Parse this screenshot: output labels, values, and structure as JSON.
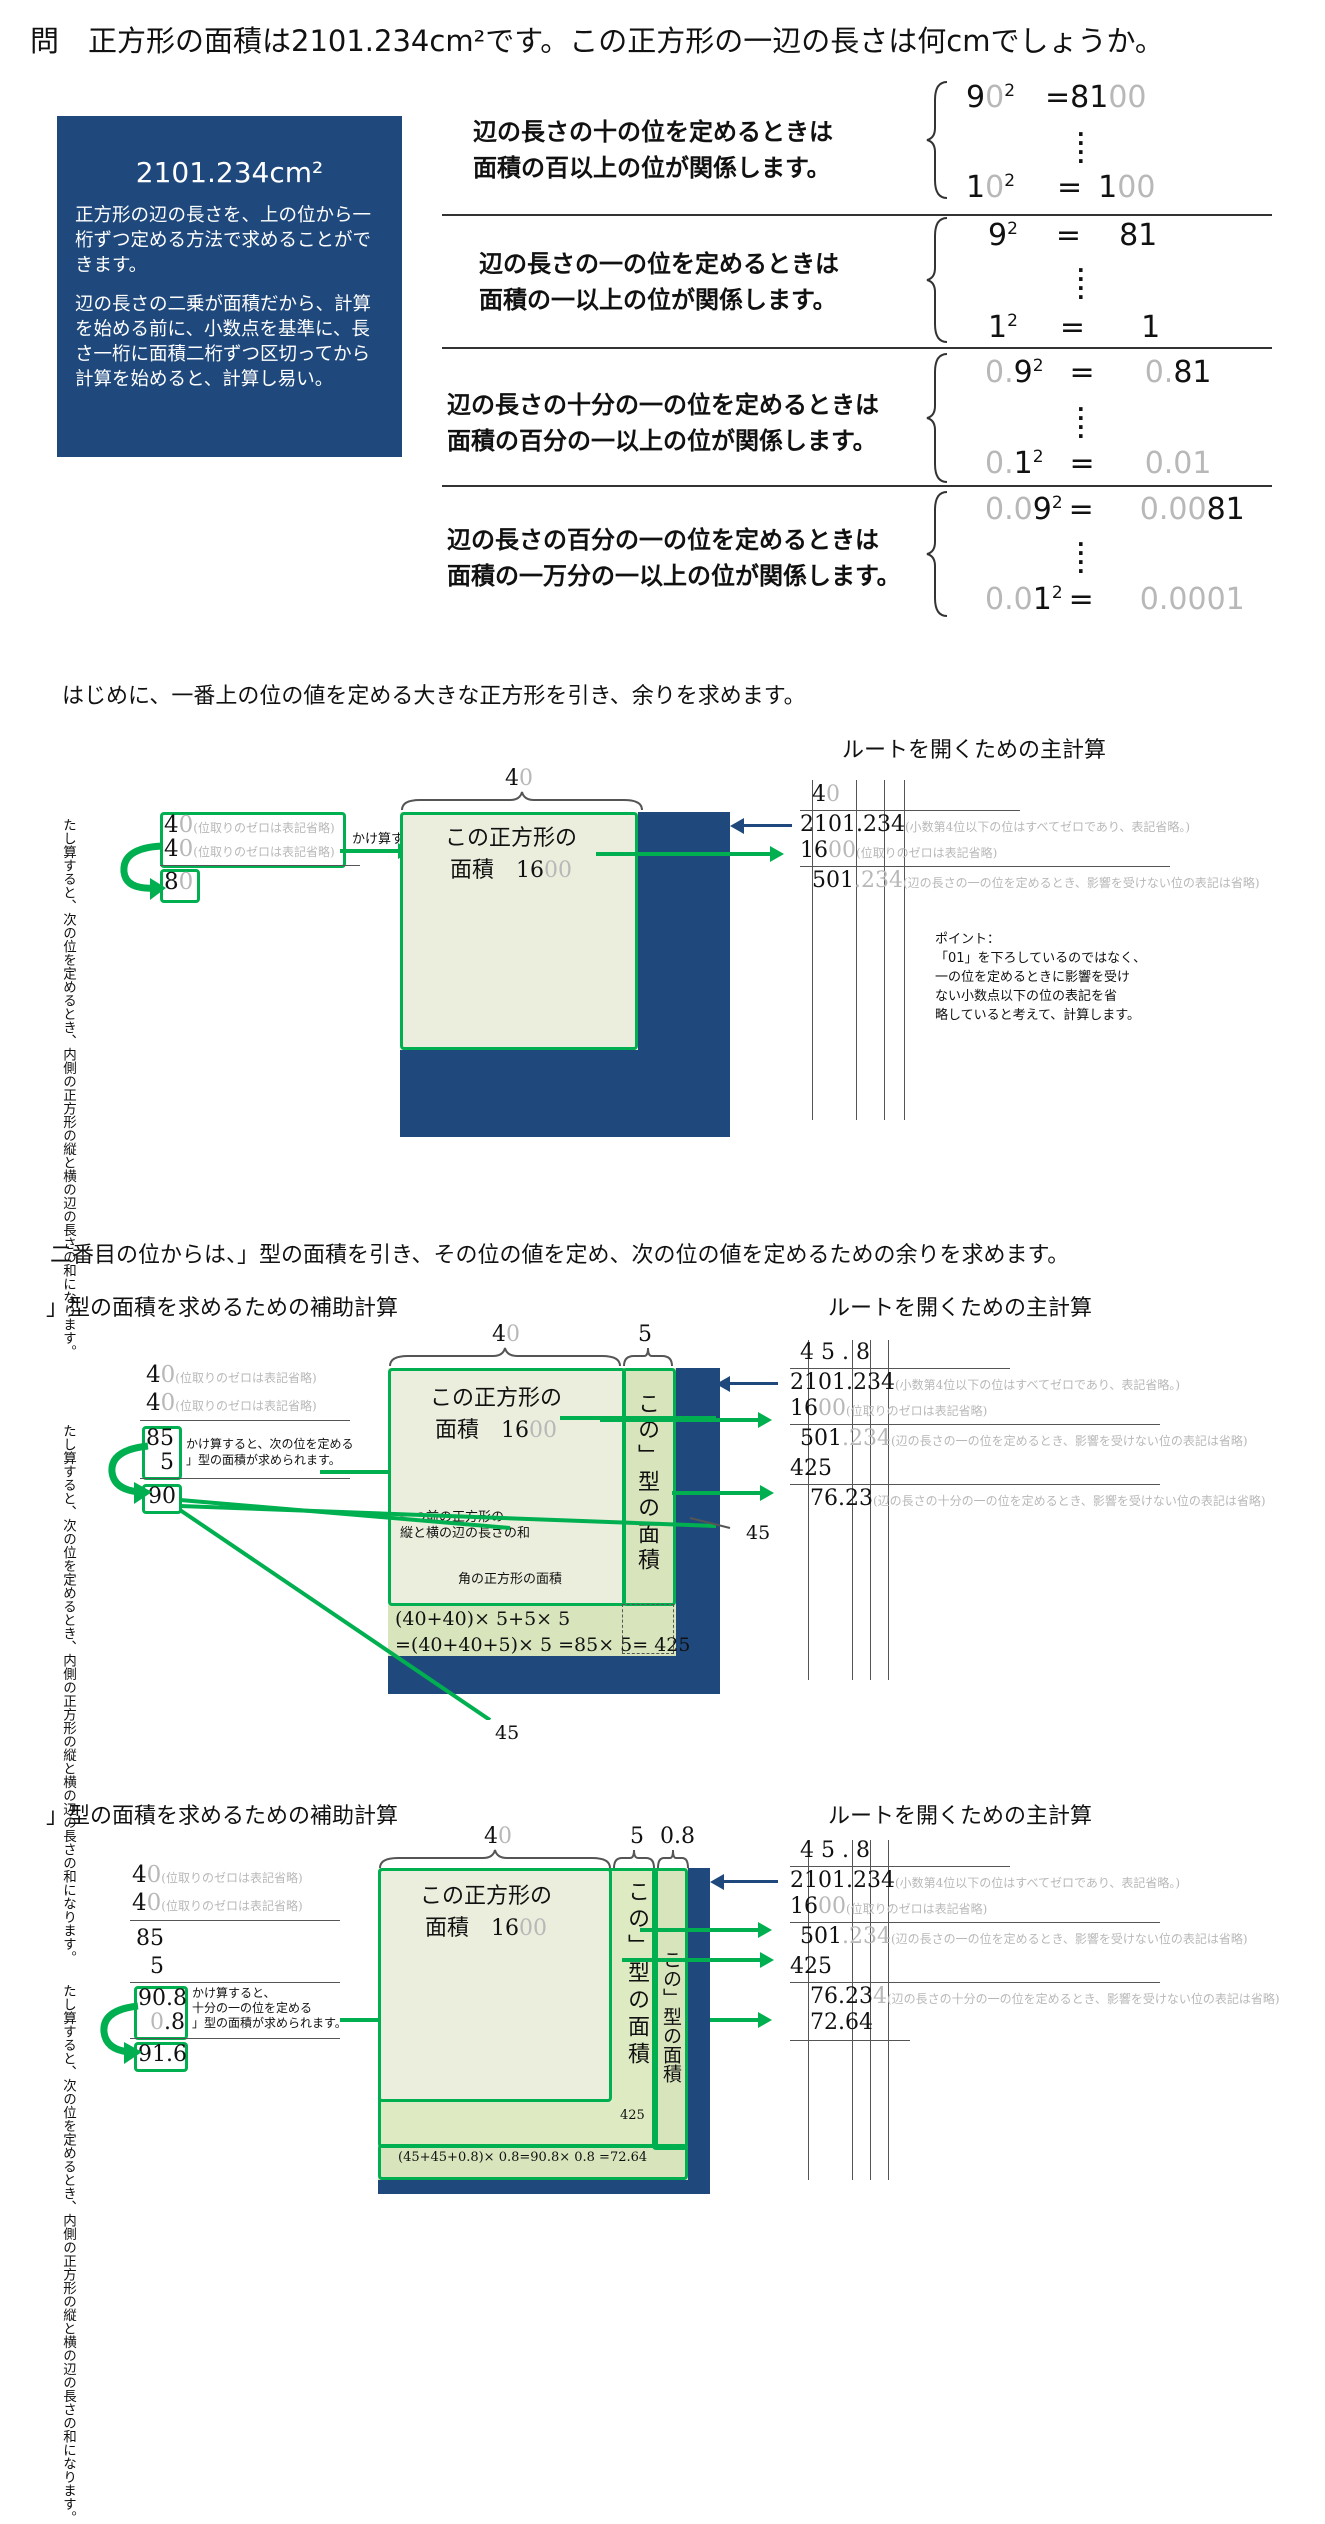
{
  "title": "問　正方形の面積は2101.234cm²です。この正方形の一辺の長さは何cmでしょうか。",
  "infobox": {
    "heading": "2101.234cm²",
    "p1": "正方形の辺の長さを、上の位から一桁ずつ定める方法で求めることができます。",
    "p2": "辺の長さの二乗が面積だから、計算を始める前に、小数点を基準に、長さ一桁に面積二桁ずつ区切ってから計算を始めると、計算し易い。"
  },
  "rules": [
    {
      "l1": "辺の長さの十の位を定めるときは",
      "l2": "面積の百以上の位が関係します。",
      "top_b": "9",
      "top_g": "0",
      "top_exp": "2",
      "top_eq": "=81",
      "top_r": "00",
      "bot_b": "1",
      "bot_g": "0",
      "bot_exp": "2",
      "bot_eq": "=",
      "bot_rb": "1",
      "bot_rg": "00"
    },
    {
      "l1": "辺の長さの一の位を定めるときは",
      "l2": "面積の一以上の位が関係します。",
      "top_b": "9",
      "top_exp": "2",
      "top_eq": "=",
      "top_r": "81",
      "bot_b": "1",
      "bot_exp": "2",
      "bot_eq": "=",
      "bot_r": "1"
    },
    {
      "l1": "辺の長さの十分の一の位を定めるときは",
      "l2": "面積の百分の一以上の位が関係します。",
      "top_g": "0.",
      "top_b": "9",
      "top_exp": "2",
      "top_eq": "=",
      "top_rg": "0.",
      "top_rb": "81",
      "bot_g": "0.",
      "bot_b": "1",
      "bot_exp": "2",
      "bot_eq": "=",
      "bot_r": "0.01"
    },
    {
      "l1": "辺の長さの百分の一の位を定めるときは",
      "l2": "面積の一万分の一以上の位が関係します。",
      "top_g": "0.0",
      "top_b": "9",
      "top_exp": "2",
      "top_eq": "=",
      "top_rg": "0.00",
      "top_rb": "81",
      "bot_g": "0.0",
      "bot_b": "1",
      "bot_exp": "2",
      "bot_eq": "=",
      "bot_r": "0.0001"
    }
  ],
  "section1": {
    "heading": "はじめに、一番上の位の値を定める大きな正方形を引き、余りを求めます。",
    "main_title": "ルートを開くための主計算",
    "n40a": "4",
    "n40a_g": "0",
    "note40a": "(位取りのゼロは表記省略)",
    "n40b": "4",
    "n40b_g": "0",
    "note40b": "(位取りのゼロは表記省略)",
    "n80": "8",
    "n80_g": "0",
    "mult": "かけ算すると、",
    "vert": "たし算すると、次の位を定めるとき、内側の正方形の縦と横の辺の長さの和になります。",
    "top40": "4",
    "top40_g": "0",
    "sq_l1": "この正方形の",
    "sq_l2": "面積　16",
    "sq_l2_g": "00",
    "q": "4",
    "q_g": "0",
    "num": "2101.234",
    "num_note": "(小数第4位以下の位はすべてゼロであり、表記省略。)",
    "sub": "16",
    "sub_g": "00",
    "sub_note": "(位取りのゼロは表記省略)",
    "rem": "501",
    "rem_g": ".234",
    "rem_note": "(辺の長さの一の位を定めるとき、影響を受けない位の表記は省略)",
    "point": [
      "ポイント：",
      "「01」を下ろしているのではなく、",
      "一の位を定めるときに影響を受け",
      "ない小数点以下の位の表記を省",
      "略していると考えて、計算します。"
    ]
  },
  "section2": {
    "heading": "二番目の位からは、」型の面積を引き、その位の値を定め、次の位の値を定めるための余りを求めます。",
    "aux_title": "」型の面積を求めるための補助計算",
    "main_title": "ルートを開くための主計算",
    "n40a": "4",
    "n40a_g": "0",
    "note": "(位取りのゼロは表記省略)",
    "n85": "85",
    "n5": "5",
    "n90": "90",
    "mult": "かけ算すると、次の位を定める",
    "mult2": "」型の面積が求められます。",
    "vert": "たし算すると、次の位を定めるとき、内側の正方形の縦と横の辺の長さの和になります。",
    "top40": "4",
    "top40_g": "0",
    "top5": "5",
    "sq_l1": "この正方形の",
    "sq_l2": "面積　16",
    "sq_l2_g": "00",
    "L": "この」型の面積",
    "lbl1": "一つ前の正方形の",
    "lbl2": "縦と横の辺の長さの和",
    "lbl3": "角の正方形の面積",
    "f1": "(40+40)× 5+5× 5",
    "f2": "=(40+40+5)× 5 =85× 5= 425",
    "n45a": "45",
    "n45b": "45",
    "q": "4 5 . 8",
    "num": "2101.234",
    "num_note": "(小数第4位以下の位はすべてゼロであり、表記省略。)",
    "sub": "16",
    "sub_g": "00",
    "sub_note": "(位取りのゼロは表記省略)",
    "rem": "501",
    "rem_g": ".234",
    "rem_note": "(辺の長さの一の位を定めるとき、影響を受けない位の表記は省略)",
    "sub2": "425",
    "rem2": "76.23",
    "rem2_note": "(辺の長さの十分の一の位を定めるとき、影響を受けない位の表記は省略)"
  },
  "section3": {
    "aux_title": "」型の面積を求めるための補助計算",
    "main_title": "ルートを開くための主計算",
    "n40": "4",
    "n40_g": "0",
    "note": "(位取りのゼロは表記省略)",
    "n85": "85",
    "n5": "5",
    "n908": "90.8",
    "n08": ".8",
    "n08_g": "0",
    "n916": "91.6",
    "mult1": "かけ算すると、",
    "mult2": "十分の一の位を定める",
    "mult3": "」型の面積が求められます。",
    "vert": "たし算すると、次の位を定めるとき、内側の正方形の縦と横の辺の長さの和になります。",
    "top40": "4",
    "top40_g": "0",
    "top5": "5",
    "top08": "0.8",
    "sq_l1": "この正方形の",
    "sq_l2": "面積　16",
    "sq_l2_g": "00",
    "L1": "この」型の面積",
    "L1n": "425",
    "L2": "この」型の面積",
    "formula": "(45+45+0.8)× 0.8=90.8× 0.8 =72.64",
    "q": "4 5 . 8",
    "num": "2101.234",
    "num_note": "(小数第4位以下の位はすべてゼロであり、表記省略。)",
    "sub": "16",
    "sub_g": "00",
    "sub_note": "(位取りのゼロは表記省略)",
    "rem": "501",
    "rem_g": ".234",
    "rem_note": "(辺の長さの一の位を定めるとき、影響を受けない位の表記は省略)",
    "sub2": "425",
    "rem2": "76.23",
    "rem2_g": "4",
    "rem2_note": "(辺の長さの十分の一の位を定めるとき、影響を受けない位の表記は省略)",
    "sub3": "72.64"
  },
  "colors": {
    "navy": "#1f497d",
    "green": "#00b050",
    "light": "#ebeedd",
    "mid": "#d8e4bc",
    "gray": "#b8b8b8"
  }
}
